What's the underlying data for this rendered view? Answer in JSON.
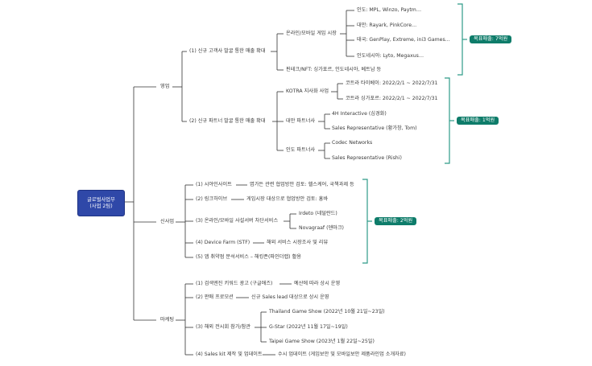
{
  "root": {
    "line1": "글로벌사업부",
    "line2": "(사업 2팀)"
  },
  "sections": {
    "sales": {
      "label": "영업",
      "b1": {
        "label": "(1) 신규 고객사 발굴 통한 매출 확대",
        "online": {
          "label": "온라인/모바일 게임 시장",
          "india": "인도: MPL, Winzo, Paytm…",
          "taiwan": "대만: Rayark, PinkCore…",
          "thailand": "태국: GenPlay, Extreme, ini3 Games…",
          "indonesia": "인도네시아: Lyto, Megaxus…"
        },
        "fintech": "핀테크/NFT: 싱가포르, 인도네시아, 베트남 등"
      },
      "b2": {
        "label": "(2) 신규 파트너 발굴 통한 매출 확대",
        "kotra": {
          "label": "KOTRA 지사화 사업",
          "taipei": "코트라 타이베이: 2022/2/1 ~ 2022/7/31",
          "singapore": "코트라 싱가포르: 2022/2/1 ~ 2022/7/31"
        },
        "taiwan_partner": {
          "label": "대만 파트너사",
          "p1": "4H Interactive (심경화)",
          "p2": "Sales Representative (황가창, Tom)"
        },
        "india_partner": {
          "label": "인도 파트너사",
          "p1": "Codec Networks",
          "p2": "Sales Representative (Rishi)"
        }
      },
      "target1": "목표매출: 7억원",
      "target2": "목표매출: 1억원"
    },
    "new_biz": {
      "label": "신사업",
      "i1": {
        "label": "(1) 시야인사이트",
        "desc": "엽가든 관련 협업방안 검토: 헬스케어, 국책과제 등"
      },
      "i2": {
        "label": "(2) 링크하이브",
        "desc": "게임시장 대상으로 협업방안 검토: 홍바"
      },
      "i3": {
        "label": "(3) 온라인/모바일 사설서버 차단서비스",
        "c1": "Irdeto (네덜란드)",
        "c2": "Novagraaf (덴마크)"
      },
      "i4": {
        "label": "(4) Device Farm (STF)",
        "desc": "해외 서비스 시장조사 및 리뷰"
      },
      "i5": {
        "label": "(5) 앱 취약점 분석서비스 – 해킹존(파인더랩) 활용"
      },
      "target": "목표매출: 2억원"
    },
    "marketing": {
      "label": "마케팅",
      "m1": {
        "label": "(1) 검색엔진 키워드 광고 (구글애즈)",
        "desc": "예산에 따라 상시 운영"
      },
      "m2": {
        "label": "(2) 판매 프로모션",
        "desc": "신규 Sales lead 대상으로 상시 운영"
      },
      "m3": {
        "label": "(3) 해외 전시회 참가/참관",
        "e1": "Thailand Game Show (2022년 10월 21일~23일)",
        "e2": "G-Star (2022년 11월 17일~19일)",
        "e3": "Taipei Game Show (2023년 1월 22일~25일)"
      },
      "m4": {
        "label": "(4) Sales kit 제작 및 업데이트",
        "desc": "수시 업데이트 (게임보안 및 모바일보안 제품라인업 소개자료)"
      }
    }
  },
  "colors": {
    "root_bg": "#2f48a8",
    "target_bg": "#0e7c6a",
    "bracket": "#2e9b88",
    "line": "#333333"
  }
}
